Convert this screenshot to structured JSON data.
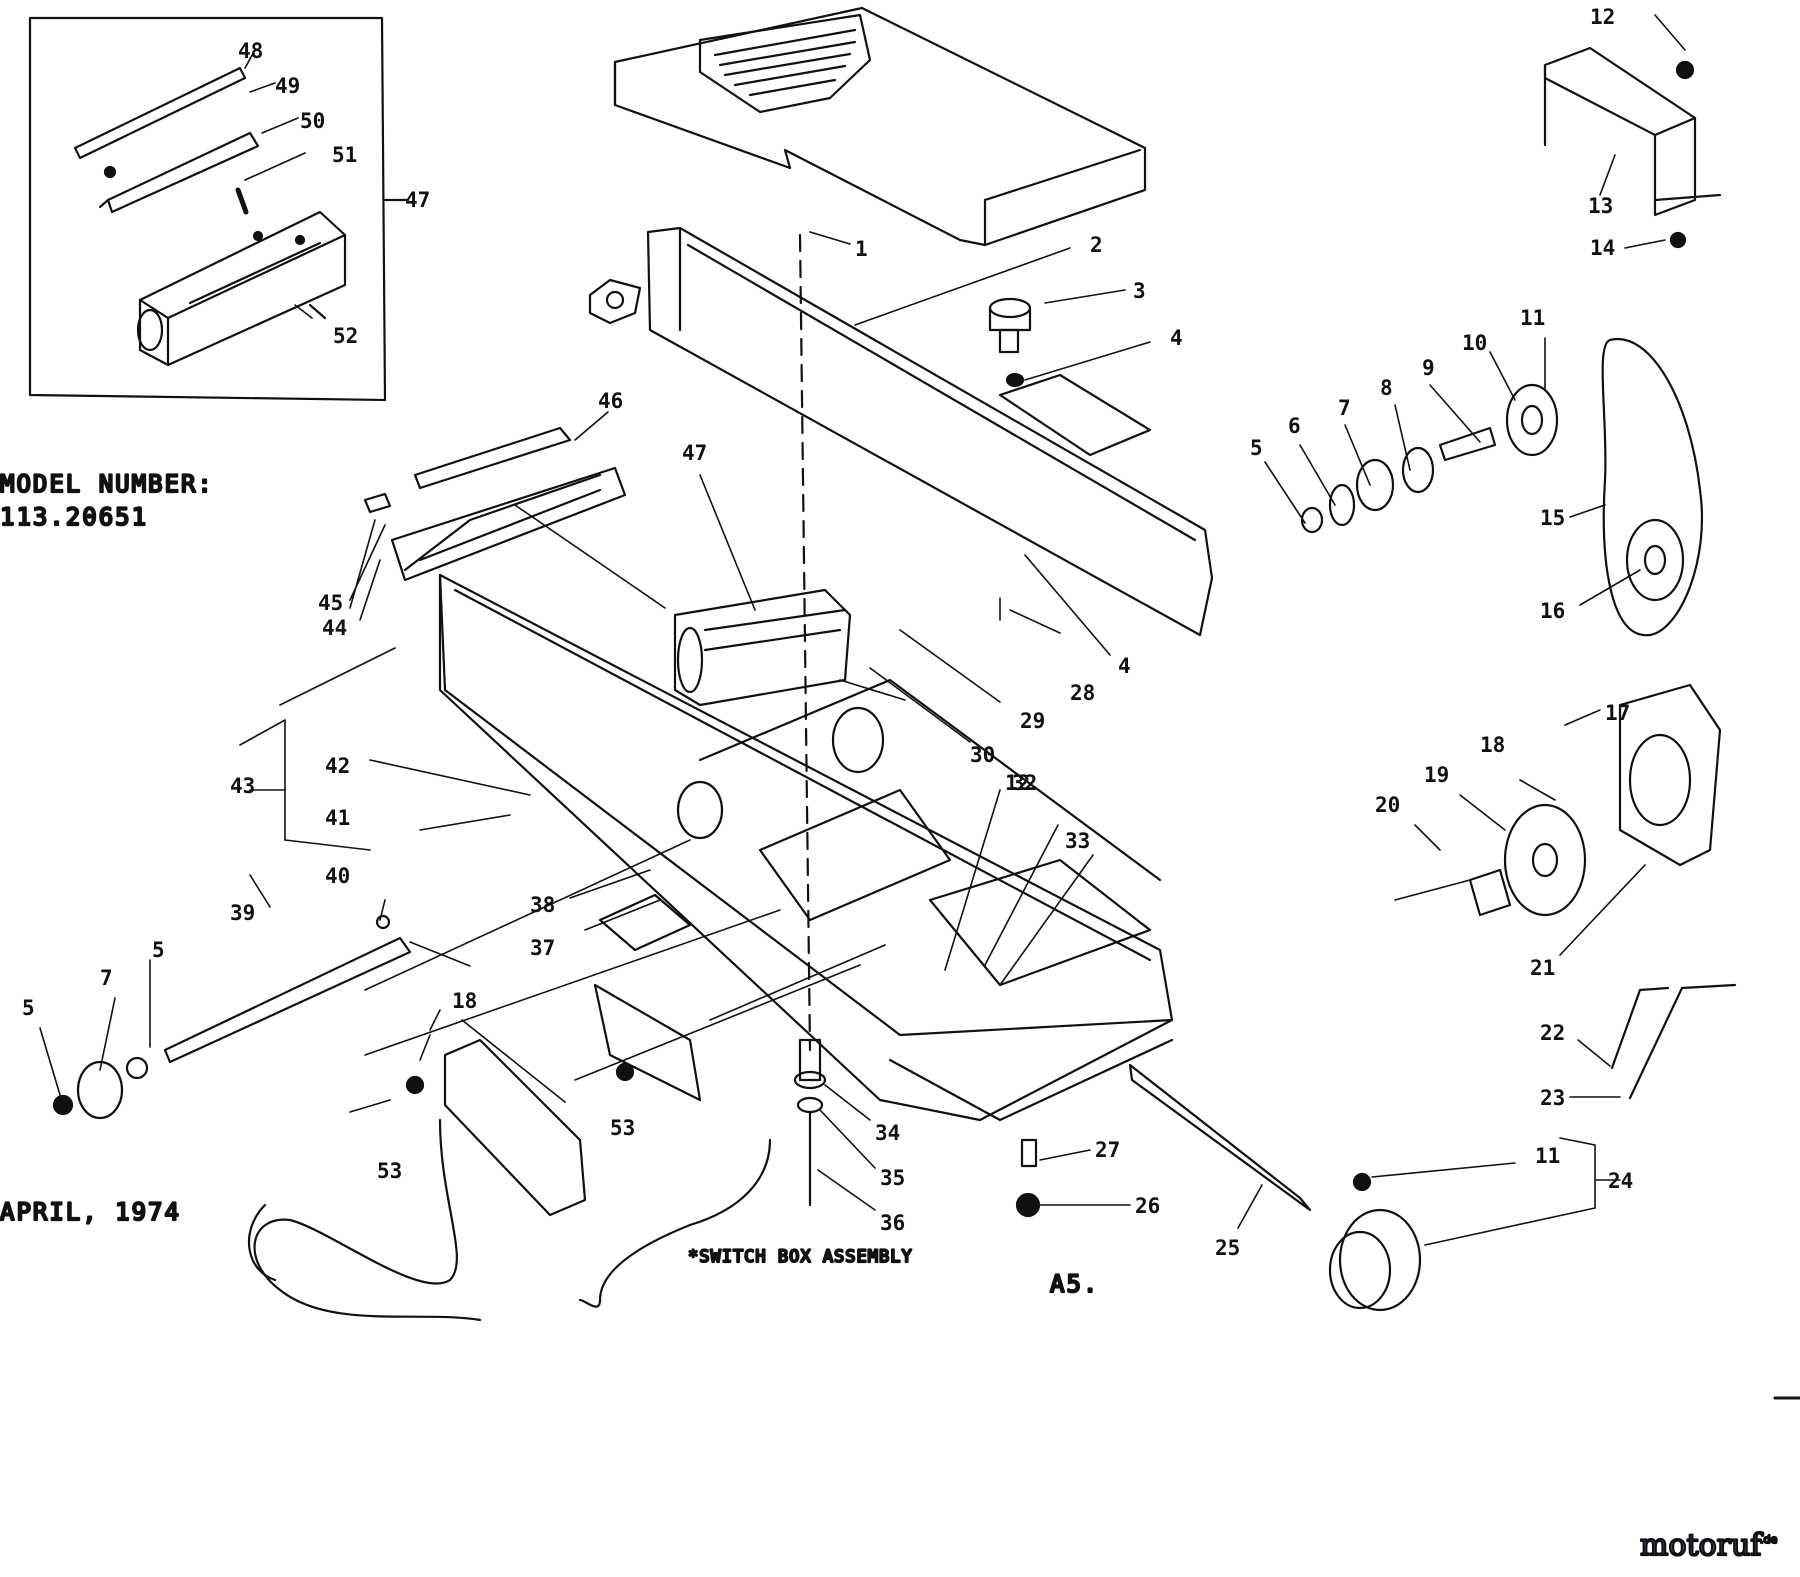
{
  "diagram": {
    "model_label": "MODEL NUMBER:",
    "model_number": "113.20651",
    "date": "APRIL, 1974",
    "switch_box_label": "*SWITCH BOX ASSEMBLY",
    "page_code": "A5.",
    "watermark": "motoruf",
    "watermark_suffix": ".de",
    "callouts": [
      {
        "key": "c1",
        "text": "1"
      },
      {
        "key": "c2",
        "text": "2"
      },
      {
        "key": "c3",
        "text": "3"
      },
      {
        "key": "c4a",
        "text": "4"
      },
      {
        "key": "c4b",
        "text": "4"
      },
      {
        "key": "c5a",
        "text": "5"
      },
      {
        "key": "c5b",
        "text": "5"
      },
      {
        "key": "c5c",
        "text": "5"
      },
      {
        "key": "c6",
        "text": "6"
      },
      {
        "key": "c7a",
        "text": "7"
      },
      {
        "key": "c7b",
        "text": "7"
      },
      {
        "key": "c8",
        "text": "8"
      },
      {
        "key": "c9",
        "text": "9"
      },
      {
        "key": "c10",
        "text": "10"
      },
      {
        "key": "c11a",
        "text": "11"
      },
      {
        "key": "c11b",
        "text": "11"
      },
      {
        "key": "c12a",
        "text": "12"
      },
      {
        "key": "c12b",
        "text": "12"
      },
      {
        "key": "c13",
        "text": "13"
      },
      {
        "key": "c14",
        "text": "14"
      },
      {
        "key": "c15",
        "text": "15"
      },
      {
        "key": "c16",
        "text": "16"
      },
      {
        "key": "c17",
        "text": "17"
      },
      {
        "key": "c18a",
        "text": "18"
      },
      {
        "key": "c18b",
        "text": "18"
      },
      {
        "key": "c19",
        "text": "19"
      },
      {
        "key": "c20",
        "text": "20"
      },
      {
        "key": "c21",
        "text": "21"
      },
      {
        "key": "c22",
        "text": "22"
      },
      {
        "key": "c23",
        "text": "23"
      },
      {
        "key": "c24",
        "text": "24"
      },
      {
        "key": "c25",
        "text": "25"
      },
      {
        "key": "c26",
        "text": "26"
      },
      {
        "key": "c27",
        "text": "27"
      },
      {
        "key": "c28",
        "text": "28"
      },
      {
        "key": "c29",
        "text": "29"
      },
      {
        "key": "c30",
        "text": "30"
      },
      {
        "key": "c32",
        "text": "32"
      },
      {
        "key": "c33",
        "text": "33"
      },
      {
        "key": "c34",
        "text": "34"
      },
      {
        "key": "c35",
        "text": "35"
      },
      {
        "key": "c36",
        "text": "36"
      },
      {
        "key": "c37",
        "text": "37"
      },
      {
        "key": "c38",
        "text": "38"
      },
      {
        "key": "c39",
        "text": "39"
      },
      {
        "key": "c40",
        "text": "40"
      },
      {
        "key": "c41",
        "text": "41"
      },
      {
        "key": "c42",
        "text": "42"
      },
      {
        "key": "c43",
        "text": "43"
      },
      {
        "key": "c44",
        "text": "44"
      },
      {
        "key": "c45",
        "text": "45"
      },
      {
        "key": "c46",
        "text": "46"
      },
      {
        "key": "c47a",
        "text": "47"
      },
      {
        "key": "c47b",
        "text": "47"
      },
      {
        "key": "c48",
        "text": "48"
      },
      {
        "key": "c49",
        "text": "49"
      },
      {
        "key": "c50",
        "text": "50"
      },
      {
        "key": "c51",
        "text": "51"
      },
      {
        "key": "c52",
        "text": "52"
      },
      {
        "key": "c53a",
        "text": "53"
      },
      {
        "key": "c53b",
        "text": "53"
      }
    ]
  }
}
